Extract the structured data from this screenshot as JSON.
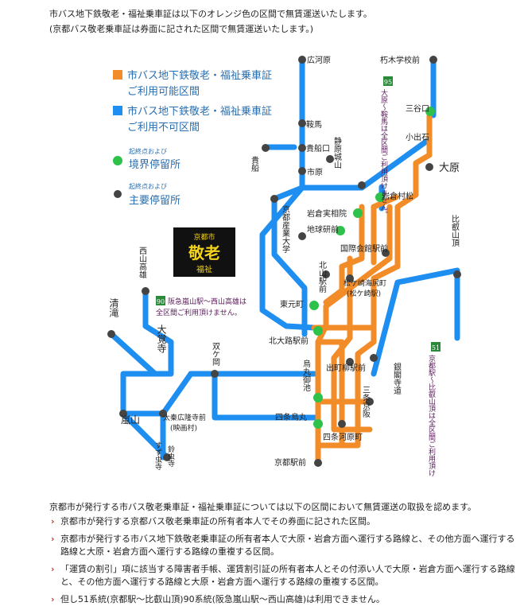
{
  "intro": {
    "line1": "市バス地下鉄敬老・福祉乗車証は以下のオレンジ色の区間で無賃運送いたします。",
    "line2": "(京都バス敬老乗車証は券面に記された区間で無賃運送いたします。)"
  },
  "legend": {
    "orange_line1": "市バス地下鉄敬老・福祉乗車証",
    "orange_line2": "ご利用可能区間",
    "blue_line1": "市バス地下鉄敬老・福祉乗車証",
    "blue_line2": "ご利用不可区間",
    "green_small": "起終点および",
    "green_big": "境界停留所",
    "dark_small": "起終点および",
    "dark_big": "主要停留所"
  },
  "badge": {
    "top": "京都市",
    "main": "敬老",
    "sub": "福祉"
  },
  "stops": {
    "hiroko": "広河原",
    "kutsuki": "朽木学校前",
    "sanjoin": "三谷口",
    "oharaishi": "小出石",
    "ohara": "大原",
    "kurama": "鞍馬",
    "kibuneguchi": "貴船口",
    "kibune": "貴船",
    "shizuhara": "静原城山",
    "ichihara": "市原",
    "iwakurajisso": "岩倉実相院",
    "iwakuramurama": "岩倉村松",
    "sangyo": "京都産業大学",
    "chikyu": "地球研前",
    "kokusai": "国際会館駅前",
    "hieizan": "比叡山頂",
    "kitayama": "北山駅前",
    "matsugasaki": "松ケ崎海尻町",
    "matsugasaki_sub": "(松ケ崎駅)",
    "takao": "西山高雄",
    "higashi": "東元町",
    "kitaoji": "北大路駅前",
    "kiyotaki": "清滝",
    "daikakuji": "大覚寺",
    "sogaoka": "双ケ岡",
    "karasuma": "烏丸御池",
    "demachi": "出町柳駅前",
    "ginkaku": "銀閣寺道",
    "sanjokeihan": "三条京阪",
    "arashiyama": "嵐山",
    "uzumasa": "太秦広隆寺前",
    "uzumasa_sub": "(映画村)",
    "shijokarasuma": "四条烏丸",
    "shijokawara": "四条河原町",
    "suzumushi": "鈴虫寺",
    "suzumushi2": "すず虫寺",
    "kyotoeki": "京都駅前"
  },
  "route_notes": {
    "r95_num": "95",
    "r95_text": "大原～鞍馬は全区間ご利用頂けません。",
    "r90_num": "90",
    "r90_text1": "阪急嵐山駅～西山高雄は",
    "r90_text2": "全区間ご利用頂けません。",
    "r51_num": "51",
    "r51_text": "京都駅～比叡山頂は全区間ご利用頂けません。"
  },
  "body": {
    "note": "京都市が発行する市バス敬老乗車証・福祉乗車証については以下の区間において無賃運送の取扱を認めます。",
    "bullet": "›",
    "rules": [
      "京都市が発行する京都バス敬老乗車証の所有者本人でその券面に記された区間。",
      "京都市が発行する市バス地下鉄敬老乗車証の所有者本人で大原・岩倉方面へ運行する路線と、その他方面へ運行する路線と大原・岩倉方面へ運行する路線の重複する区間。",
      "「運賃の割引」項に該当する障害者手帳、運賃割引証の所有者本人とその付添い人で大原・岩倉方面へ運行する路線と、その他方面へ運行する路線と大原・岩倉方面へ運行する路線の重複する区間。",
      "但し51系統(京都駅～比叡山頂)90系統(阪急嵐山駅～西山高雄)は利用できません。"
    ]
  },
  "colors": {
    "orange": "#f28c28",
    "blue": "#1e8ef0",
    "green": "#2ec24a",
    "dark": "#444444",
    "badge_bg": "#111111",
    "badge_fg": "#f2d21a"
  }
}
